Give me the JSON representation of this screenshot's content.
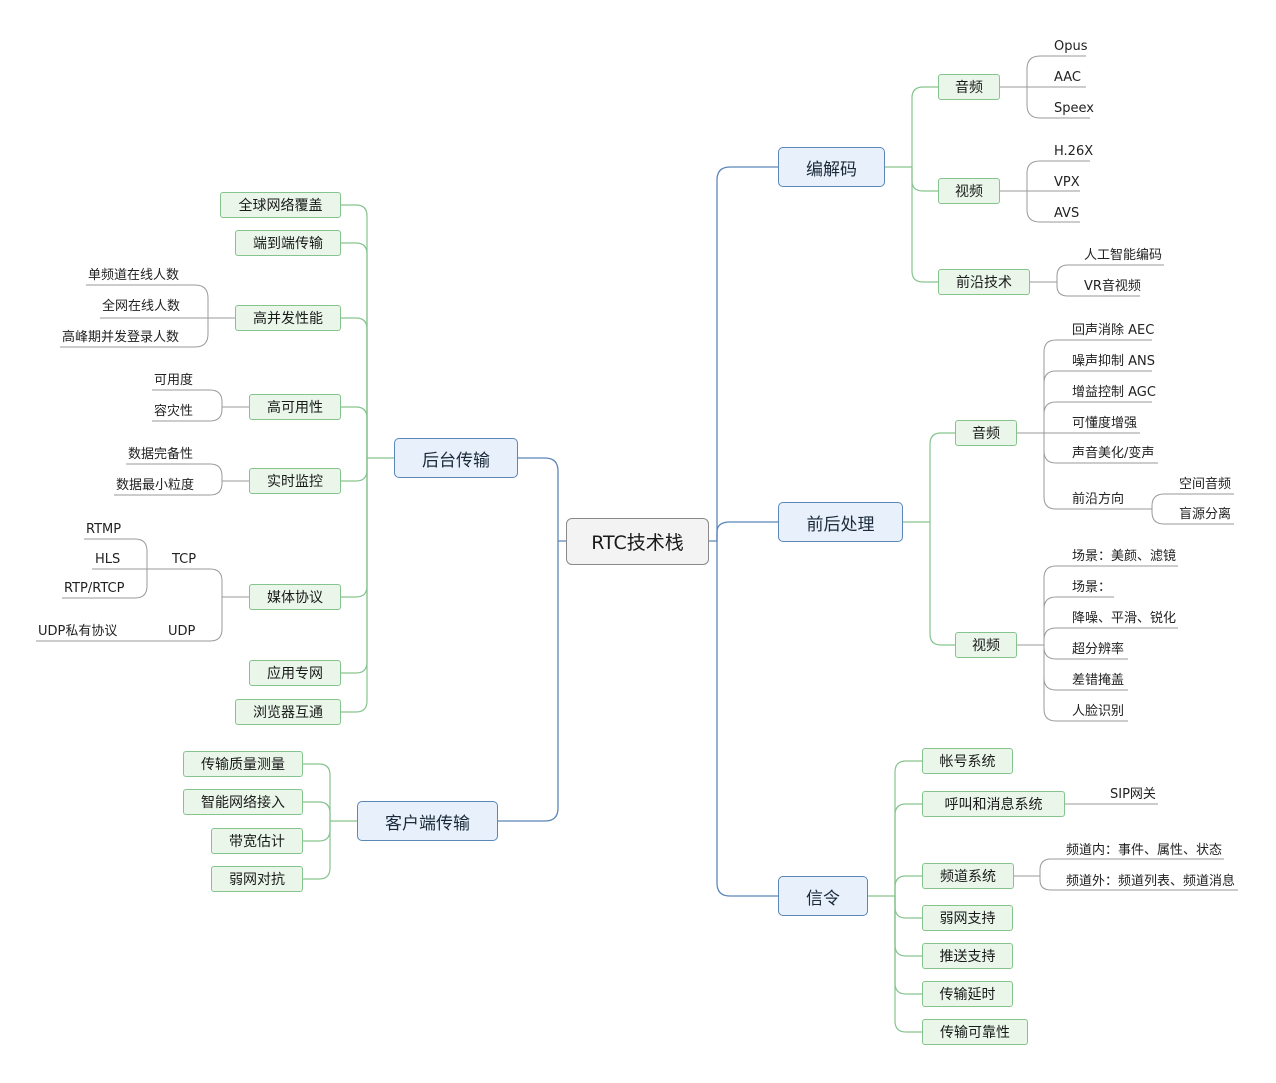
{
  "root": "RTC技术栈",
  "codec": {
    "label": "编解码",
    "audio": {
      "label": "音频",
      "items": [
        "Opus",
        "AAC",
        "Speex"
      ]
    },
    "video": {
      "label": "视频",
      "items": [
        "H.26X",
        "VPX",
        "AVS"
      ]
    },
    "frontier": {
      "label": "前沿技术",
      "items": [
        "人工智能编码",
        "VR音视频"
      ]
    }
  },
  "processing": {
    "label": "前后处理",
    "audio": {
      "label": "音频",
      "items": [
        "回声消除 AEC",
        "噪声抑制 ANS",
        "增益控制 AGC",
        "可懂度增强",
        "声音美化/变声"
      ],
      "direction": {
        "label": "前沿方向",
        "items": [
          "空间音频",
          "盲源分离"
        ]
      }
    },
    "video": {
      "label": "视频",
      "items": [
        "场景：美颜、滤镜",
        "场景：",
        "降噪、平滑、锐化",
        "超分辨率",
        "差错掩盖",
        "人脸识别"
      ]
    }
  },
  "signaling": {
    "label": "信令",
    "account": "帐号系统",
    "call": {
      "label": "呼叫和消息系统",
      "items": [
        "SIP网关"
      ]
    },
    "channel": {
      "label": "频道系统",
      "items": [
        "频道内：事件、属性、状态",
        "频道外：频道列表、频道消息"
      ]
    },
    "weak": "弱网支持",
    "push": "推送支持",
    "latency": "传输延时",
    "reliability": "传输可靠性"
  },
  "backend": {
    "label": "后台传输",
    "coverage": "全球网络覆盖",
    "e2e": "端到端传输",
    "concurrency": {
      "label": "高并发性能",
      "items": [
        "单频道在线人数",
        "全网在线人数",
        "高峰期并发登录人数"
      ]
    },
    "availability": {
      "label": "高可用性",
      "items": [
        "可用度",
        "容灾性"
      ]
    },
    "monitor": {
      "label": "实时监控",
      "items": [
        "数据完备性",
        "数据最小粒度"
      ]
    },
    "media": {
      "label": "媒体协议",
      "tcp": {
        "label": "TCP",
        "items": [
          "RTMP",
          "HLS",
          "RTP/RTCP"
        ]
      },
      "udp": {
        "label": "UDP",
        "items": [
          "UDP私有协议"
        ]
      }
    },
    "private_net": "应用专网",
    "browser": "浏览器互通"
  },
  "client": {
    "label": "客户端传输",
    "items": [
      "传输质量测量",
      "智能网络接入",
      "带宽估计",
      "弱网对抗"
    ]
  },
  "colors": {
    "root_border": "#8a8a8a",
    "main_fill": "#e8f0fb",
    "main_border": "#5c86b8",
    "sub_fill": "#eaf6ea",
    "sub_border": "#86c48e",
    "leaf_line": "#999999"
  }
}
